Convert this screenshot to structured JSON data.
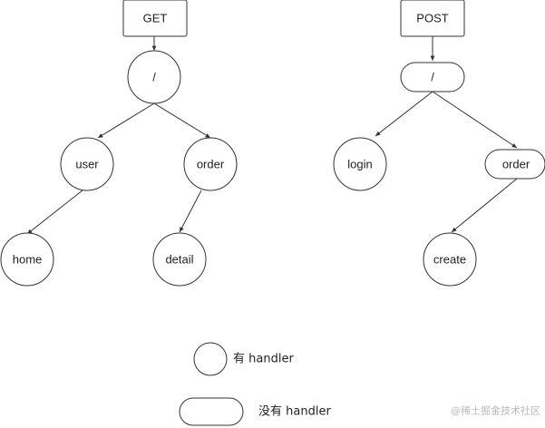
{
  "get_tree": {
    "method": "GET",
    "root": "/",
    "user": "user",
    "order": "order",
    "home": "home",
    "detail": "detail"
  },
  "post_tree": {
    "method": "POST",
    "root": "/",
    "login": "login",
    "order": "order",
    "create": "create"
  },
  "legend": {
    "has_handler": "有 handler",
    "no_handler": "没有 handler"
  },
  "watermark": "@稀土掘金技术社区",
  "colors": {
    "stroke": "#333333",
    "fill": "#ffffff",
    "text": "#222222",
    "watermark": "#b9b9b9"
  }
}
